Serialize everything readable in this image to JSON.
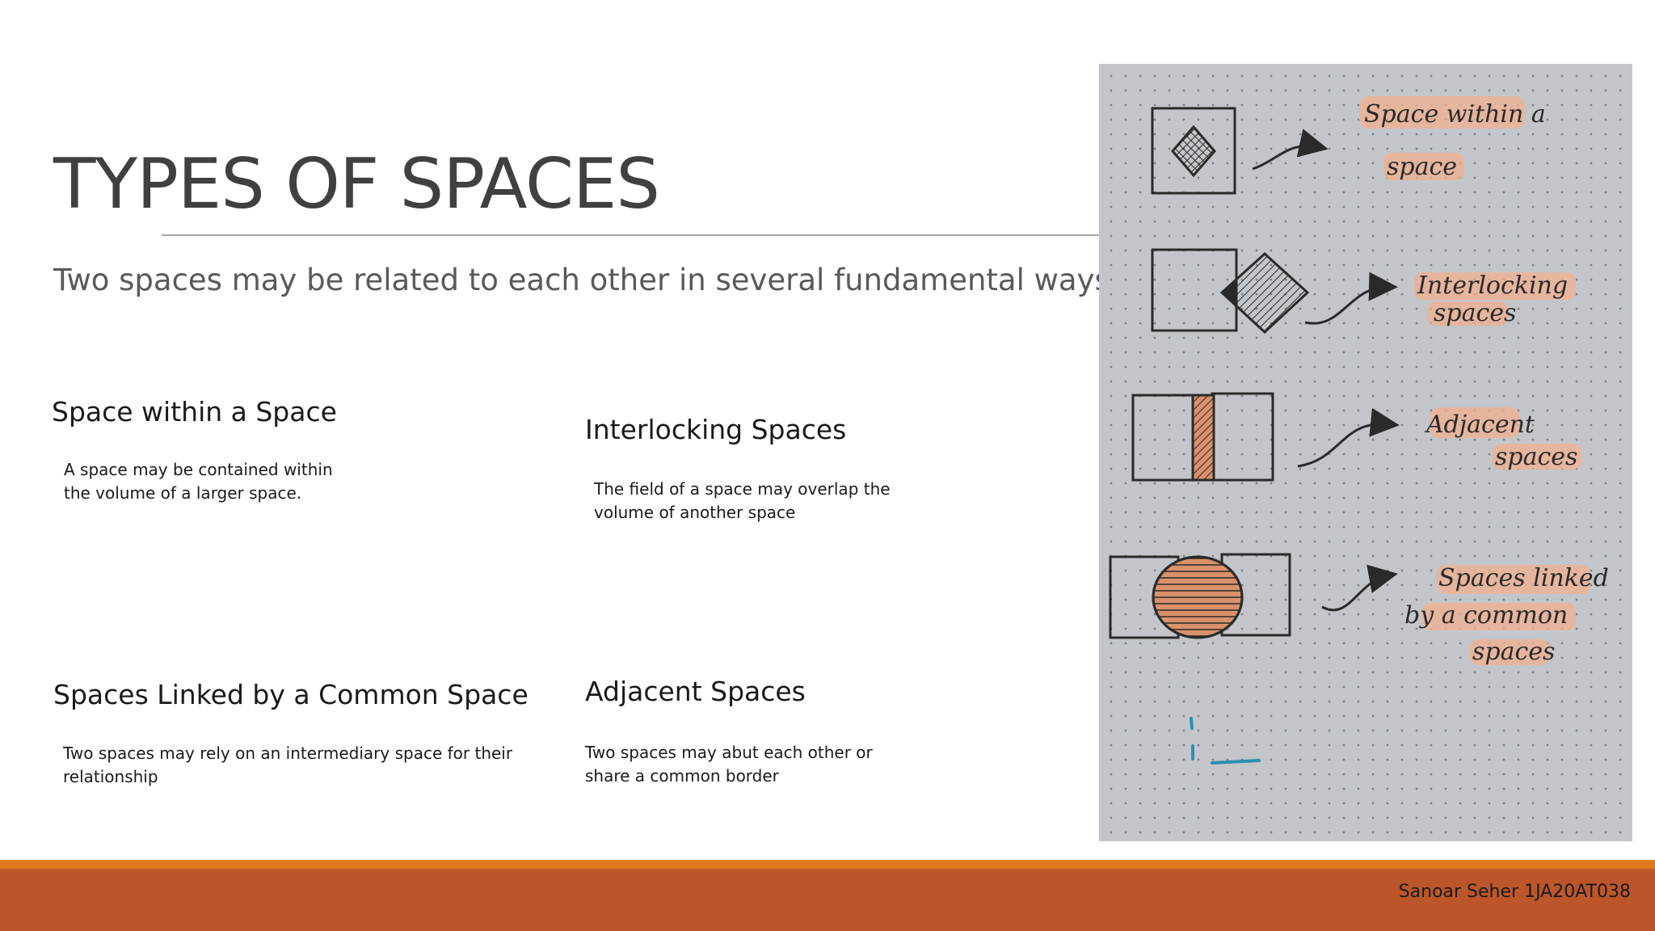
{
  "slide": {
    "title": "TYPES OF SPACES",
    "subtitle": "Two spaces may be related to each other in several fundamental ways"
  },
  "sections": {
    "space_within": {
      "heading": "Space within a Space",
      "body": "A space may be contained within the volume of a larger space."
    },
    "interlocking": {
      "heading": "Interlocking Spaces",
      "body": "The field of a space may overlap the volume of another space"
    },
    "linked": {
      "heading": "Spaces Linked by a Common Space",
      "body": "Two spaces may rely on an intermediary space for their relationship"
    },
    "adjacent": {
      "heading": "Adjacent Spaces",
      "body": "Two spaces may abut each other or share a common border"
    }
  },
  "sketch": {
    "labels": {
      "label1_line1": "Space within a",
      "label1_line2": "space",
      "label2_line1": "Interlocking",
      "label2_line2": "spaces",
      "label3_line1": "Adjacent",
      "label3_line2": "spaces",
      "label4_line1": "Spaces linked",
      "label4_line2": "by a common",
      "label4_line3": "spaces"
    },
    "highlight_color": "#f2b08f",
    "ink_color": "#2a2a2a"
  },
  "footer": {
    "author": "Sanoar Seher 1JA20AT038"
  },
  "colors": {
    "accent_orange": "#e07a1a",
    "accent_rust": "#bc562a",
    "title_gray": "#404040"
  }
}
